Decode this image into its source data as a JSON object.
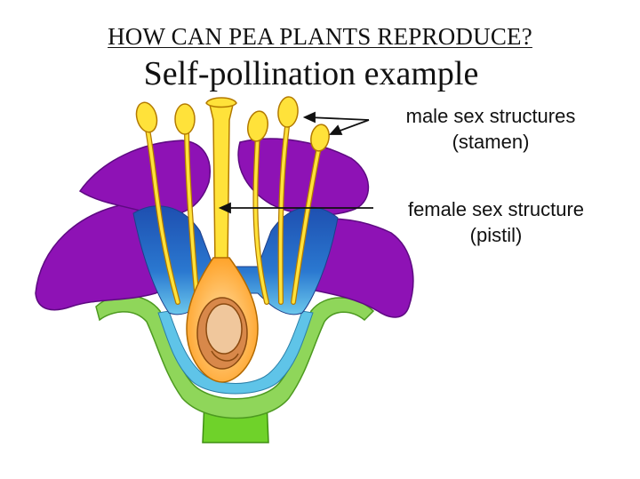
{
  "heading": {
    "title": "HOW CAN PEA PLANTS REPRODUCE?",
    "subtitle": "Self-pollination example"
  },
  "labels": {
    "male": {
      "line1": "male sex structures",
      "line2": "(stamen)"
    },
    "female": {
      "line1": "female sex structure",
      "line2": "(pistil)"
    }
  },
  "colors": {
    "petal": "#8e12b5",
    "petal_dark": "#5e0a82",
    "stamen": "#ffe23a",
    "stamen_outline": "#b37a00",
    "pistil": "#ffa726",
    "ovary_inner": "#d8884a",
    "ovule": "#f0c79c",
    "receptacle_blue": "#1e5fc4",
    "receptacle_light": "#5fc4e8",
    "sepal": "#8fd65a",
    "stem": "#6fd22a"
  }
}
